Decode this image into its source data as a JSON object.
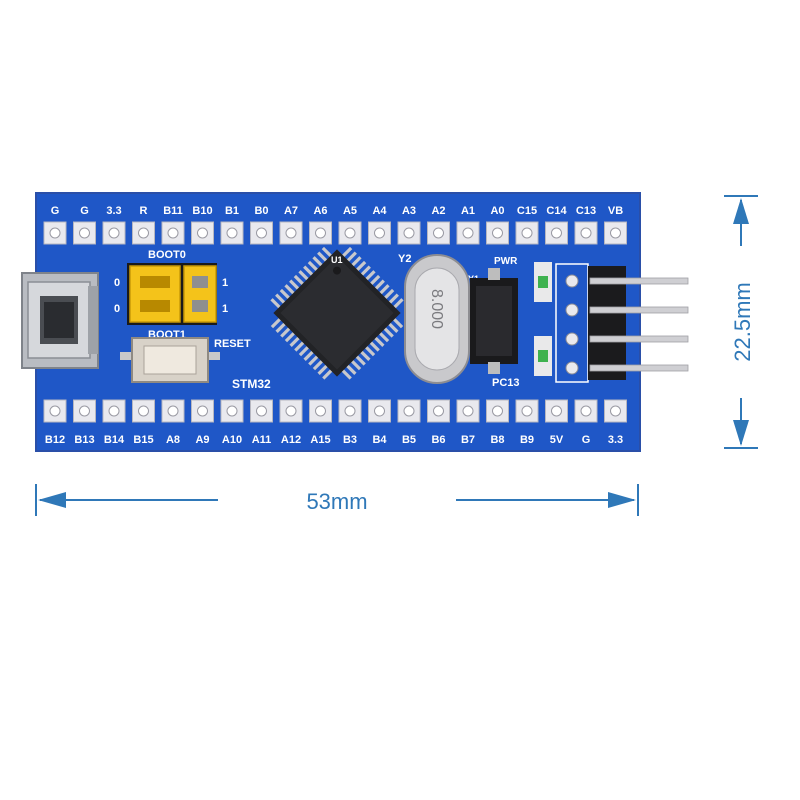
{
  "board": {
    "top_pins": [
      "G",
      "G",
      "3.3",
      "R",
      "B11",
      "B10",
      "B1",
      "B0",
      "A7",
      "A6",
      "A5",
      "A4",
      "A3",
      "A2",
      "A1",
      "A0",
      "C15",
      "C14",
      "C13",
      "VB"
    ],
    "bottom_pins": [
      "B12",
      "B13",
      "B14",
      "B15",
      "A8",
      "A9",
      "A10",
      "A11",
      "A12",
      "A15",
      "B3",
      "B4",
      "B5",
      "B6",
      "B7",
      "B8",
      "B9",
      "5V",
      "G",
      "3.3"
    ],
    "boot0_label": "BOOT0",
    "boot1_label": "BOOT1",
    "jumper_left_0": "0",
    "jumper_left_1": "0",
    "jumper_right_0": "1",
    "jumper_right_1": "1",
    "reset_label": "RESET",
    "mcu_label": "STM32",
    "crystal_label": "Y2",
    "crystal_marking": "8.000",
    "crystal2_label": "Y1",
    "pwr_label": "PWR",
    "pc13_label": "PC13",
    "ic_mark": "U1"
  },
  "dimensions": {
    "width": "53mm",
    "height": "22.5mm"
  },
  "colors": {
    "pcb": "#1f57c7",
    "dimension": "#2f78b8",
    "jumper": "#f4c31a",
    "pad": "#e9e9ee"
  }
}
